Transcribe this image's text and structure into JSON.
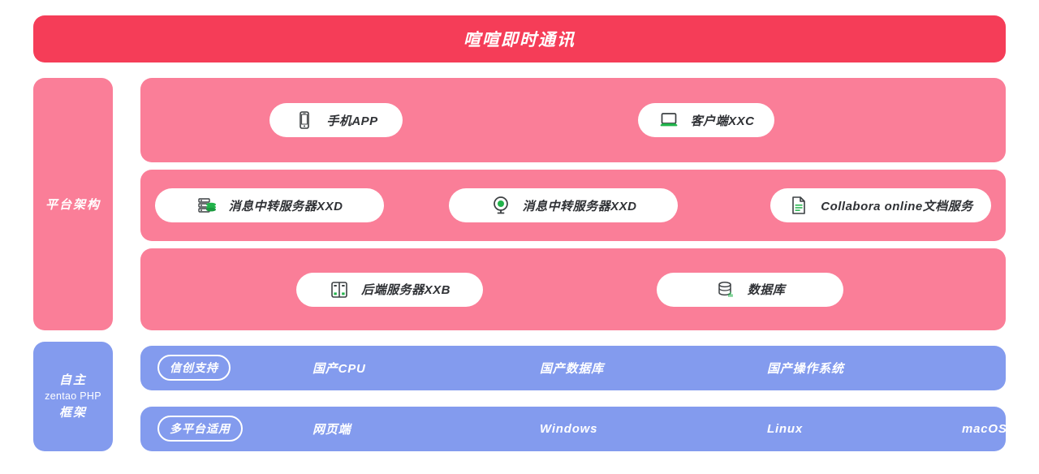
{
  "banner": {
    "title": "喧喧即时通讯",
    "color": "#f53d58"
  },
  "colors": {
    "banner_red": "#f53d58",
    "platform_pink": "#fa7e98",
    "frame_blue": "#839bee",
    "chip_white": "#ffffff",
    "icon_green": "#21b34a",
    "icon_dark": "#3c4043",
    "text_dark": "#2f3135"
  },
  "sidebar": {
    "platform": {
      "label": "平台架构"
    },
    "framework": {
      "line1": "自主",
      "line2": "zentao PHP",
      "line3": "框架"
    }
  },
  "architecture": {
    "rows": [
      {
        "name": "client-row",
        "items": [
          {
            "label": "手机APP",
            "icon": "mobile-phone-icon"
          },
          {
            "label": "客户端XXC",
            "icon": "laptop-icon"
          }
        ]
      },
      {
        "name": "service-row",
        "items": [
          {
            "label": "消息中转服务器XXD",
            "icon": "server-stack-icon"
          },
          {
            "label": "消息中转服务器XXD",
            "icon": "target-node-icon"
          },
          {
            "label": "Collabora online文档服务",
            "icon": "document-icon"
          }
        ]
      },
      {
        "name": "backend-row",
        "items": [
          {
            "label": "后端服务器XXB",
            "icon": "server-rack-icon"
          },
          {
            "label": "数据库",
            "icon": "database-icon"
          }
        ]
      }
    ]
  },
  "compatibility": {
    "rows": [
      {
        "name": "xinchuang-row",
        "tag": "信创支持",
        "items": [
          "国产CPU",
          "国产数据库",
          "国产操作系统"
        ]
      },
      {
        "name": "multiplatform-row",
        "tag": "多平台适用",
        "items": [
          "网页端",
          "Windows",
          "Linux",
          "macOS"
        ]
      }
    ]
  }
}
